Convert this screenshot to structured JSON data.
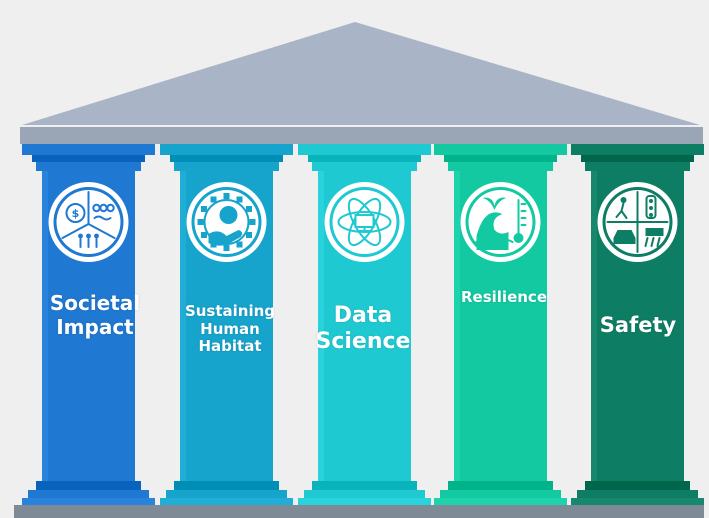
{
  "colors": {
    "background": "#efefef",
    "roof": "#a9b5c6",
    "entablature": "#9aa6b5",
    "base": "#7f8a97"
  },
  "pillars": [
    {
      "name": "societal-impact",
      "lines": [
        "Societal",
        "Impact"
      ],
      "color": "#1f78d1",
      "icon": "community-icon"
    },
    {
      "name": "sustaining-human-habitat",
      "lines": [
        "Sustaining",
        "Human",
        "Habitat"
      ],
      "color": "#16a3cc",
      "icon": "earth-hand-icon"
    },
    {
      "name": "data-science",
      "lines": [
        "Data",
        "Science"
      ],
      "color": "#1fc9d2",
      "icon": "atom-monitor-icon"
    },
    {
      "name": "resilience",
      "lines": [
        "Resilience"
      ],
      "color": "#12c9a1",
      "icon": "wave-thermometer-icon"
    },
    {
      "name": "safety",
      "lines": [
        "Safety"
      ],
      "color": "#0d7d63",
      "icon": "traffic-safety-icon"
    }
  ]
}
